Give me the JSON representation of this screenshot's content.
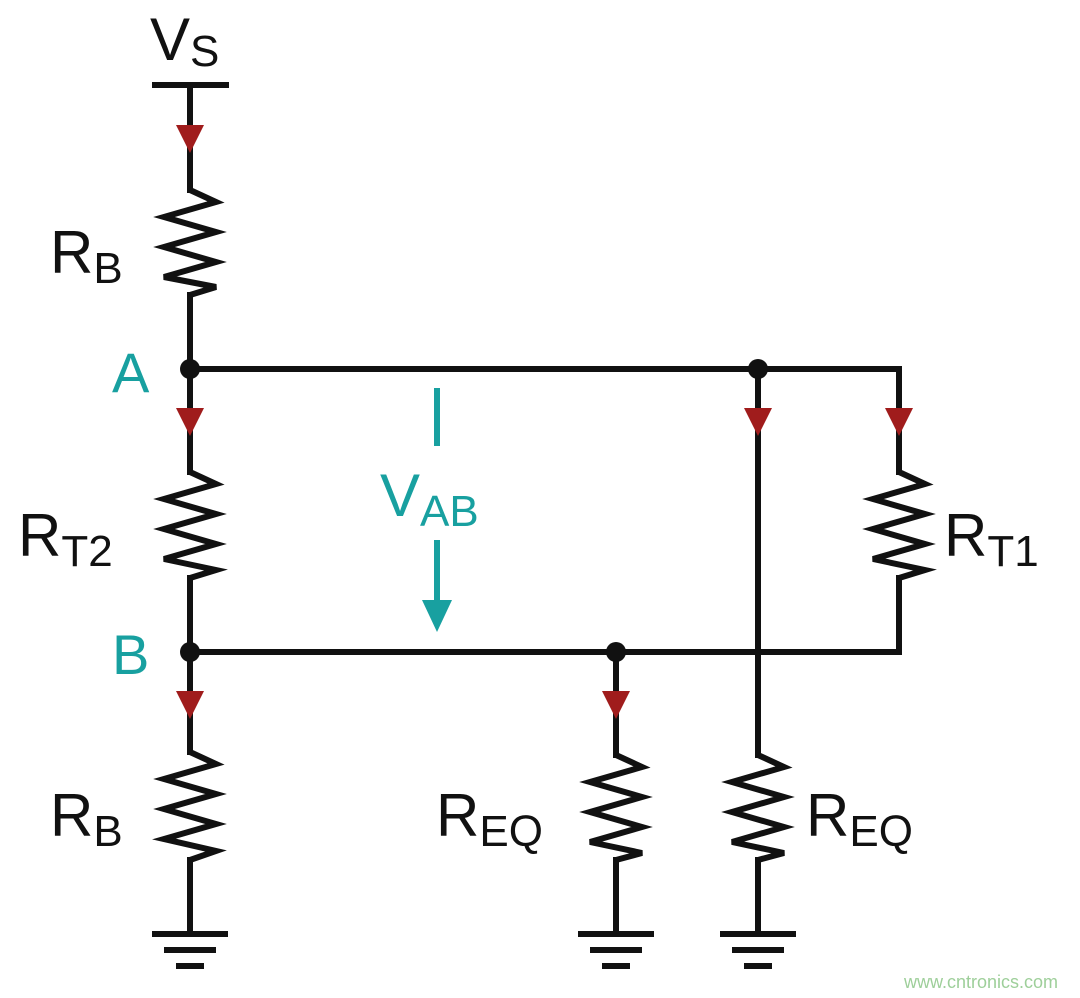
{
  "colors": {
    "wire": "#111111",
    "current_arrow": "#a01c1c",
    "voltage_accent": "#18a0a0",
    "watermark": "#9ecf9a"
  },
  "labels": {
    "supply": {
      "main": "V",
      "sub": "S"
    },
    "rb_top": {
      "main": "R",
      "sub": "B"
    },
    "rt2": {
      "main": "R",
      "sub": "T2"
    },
    "rb_bottom": {
      "main": "R",
      "sub": "B"
    },
    "rt1": {
      "main": "R",
      "sub": "T1"
    },
    "req_left": {
      "main": "R",
      "sub": "EQ"
    },
    "req_right": {
      "main": "R",
      "sub": "EQ"
    },
    "node_a": "A",
    "node_b": "B",
    "vab": {
      "main": "V",
      "sub": "AB"
    }
  },
  "watermark": "www.cntronics.com"
}
